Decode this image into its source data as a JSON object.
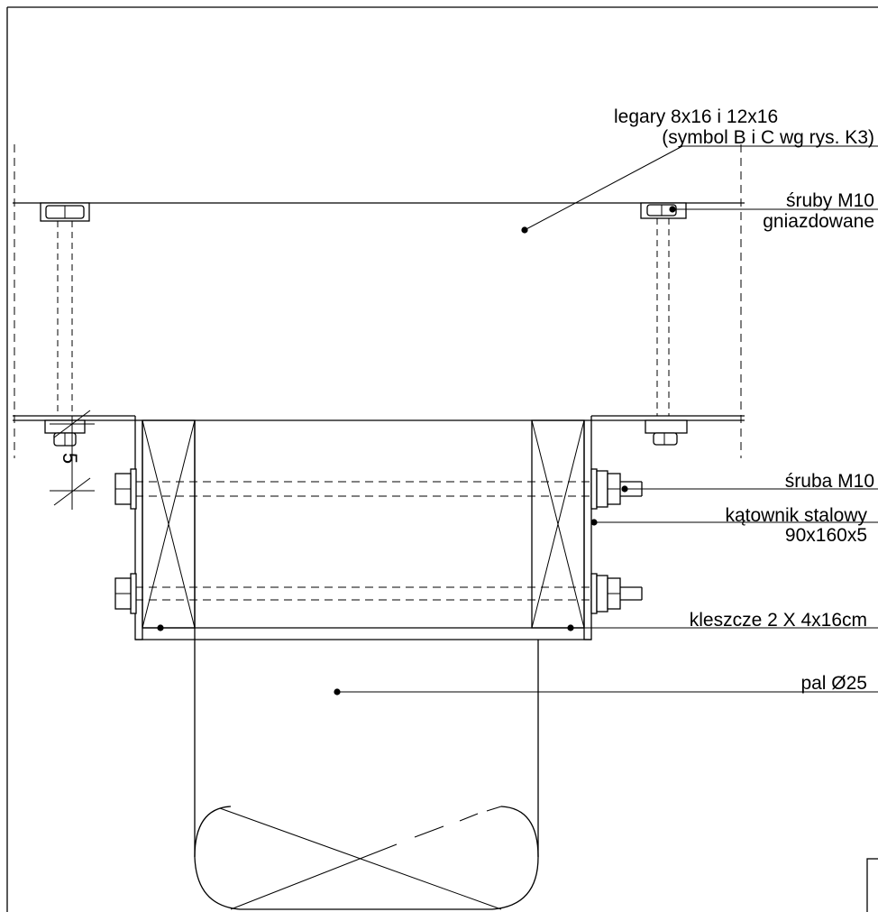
{
  "labels": {
    "legary_line1": "legary 8x16 i 12x16",
    "legary_line2": "(symbol B i C wg rys. K3)",
    "sruby_line1": "śruby M10",
    "sruby_line2": "gniazdowane",
    "sruba": "śruba M10",
    "katownik_line1": "kątownik stalowy",
    "katownik_line2": "90x160x5",
    "kleszcze": "kleszcze 2 X 4x16cm",
    "pal": "pal Ø25",
    "dimension": "5"
  }
}
